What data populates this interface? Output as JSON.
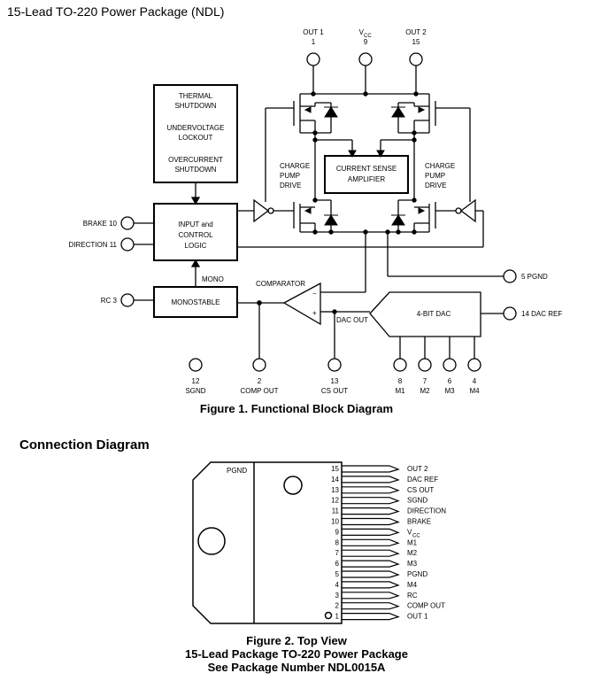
{
  "header": {
    "title": "15-Lead TO-220 Power Package (NDL)"
  },
  "figure1": {
    "caption": "Figure 1.  Functional Block Diagram",
    "top_pins": [
      {
        "name": "OUT 1",
        "num": "1"
      },
      {
        "name": "V",
        "sub": "CC",
        "num": "9"
      },
      {
        "name": "OUT 2",
        "num": "15"
      }
    ],
    "blocks": {
      "shutdown": [
        "THERMAL",
        "SHUTDOWN",
        "UNDERVOLTAGE",
        "LOCKOUT",
        "OVERCURRENT",
        "SHUTDOWN"
      ],
      "logic": [
        "INPUT and",
        "CONTROL",
        "LOGIC"
      ],
      "monostable": "MONOSTABLE",
      "current_sense": [
        "CURRENT SENSE",
        "AMPLIFIER"
      ],
      "charge_pump_left": [
        "CHARGE",
        "PUMP",
        "DRIVE"
      ],
      "charge_pump_right": [
        "CHARGE",
        "PUMP",
        "DRIVE"
      ],
      "dac": "4-BIT DAC"
    },
    "labels": {
      "brake": "BRAKE 10",
      "direction": "DIRECTION 11",
      "rc": "RC 3",
      "mono": "MONO",
      "comparator": "COMPARATOR",
      "dac_out": "DAC OUT",
      "pgnd": "5 PGND",
      "dac_ref": "14 DAC REF",
      "minus": "−",
      "plus": "+"
    },
    "bottom_pins": [
      {
        "num": "12",
        "name": "SGND"
      },
      {
        "num": "2",
        "name": "COMP OUT"
      },
      {
        "num": "13",
        "name": "CS OUT"
      },
      {
        "num": "8",
        "name": "M1"
      },
      {
        "num": "7",
        "name": "M2"
      },
      {
        "num": "6",
        "name": "M3"
      },
      {
        "num": "4",
        "name": "M4"
      }
    ]
  },
  "connection": {
    "title": "Connection Diagram",
    "pgnd_label": "PGND",
    "pins": [
      {
        "num": "15",
        "label": "OUT 2"
      },
      {
        "num": "14",
        "label": "DAC REF"
      },
      {
        "num": "13",
        "label": "CS OUT"
      },
      {
        "num": "12",
        "label": "SGND"
      },
      {
        "num": "11",
        "label": "DIRECTION"
      },
      {
        "num": "10",
        "label": "BRAKE"
      },
      {
        "num": "9",
        "label": "V",
        "sub": "CC"
      },
      {
        "num": "8",
        "label": "M1"
      },
      {
        "num": "7",
        "label": "M2"
      },
      {
        "num": "6",
        "label": "M3"
      },
      {
        "num": "5",
        "label": "PGND"
      },
      {
        "num": "4",
        "label": "M4"
      },
      {
        "num": "3",
        "label": "RC"
      },
      {
        "num": "2",
        "label": "COMP OUT"
      },
      {
        "num": "1",
        "label": "OUT 1"
      }
    ],
    "caption": [
      "Figure 2.  Top View",
      "15-Lead Package TO-220 Power Package",
      "See Package Number NDL0015A"
    ]
  }
}
